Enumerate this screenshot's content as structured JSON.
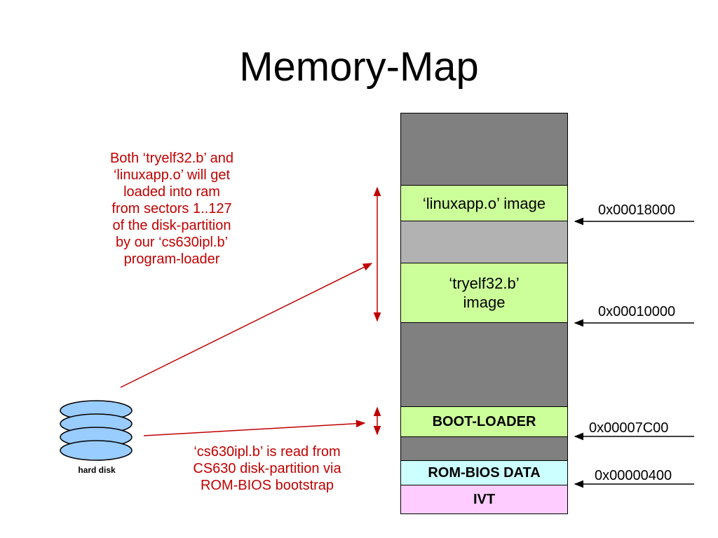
{
  "title": "Memory-Map",
  "segments": {
    "linuxapp": "‘linuxapp.o’ image",
    "tryelf": "‘tryelf32.b’\nimage",
    "bootloader": "BOOT-LOADER",
    "rombios": "ROM-BIOS DATA",
    "ivt": "IVT"
  },
  "addresses": {
    "a18000": "0x00018000",
    "a10000": "0x00010000",
    "a7c00": "0x00007C00",
    "a400": "0x00000400"
  },
  "notes": {
    "load_note": "Both ‘tryelf32.b’ and\n‘linuxapp.o’ will get\n loaded into ram\nfrom sectors 1..127\nof the disk-partition\nby our ‘cs630ipl.b’\nprogram-loader",
    "boot_note": "‘cs630ipl.b’ is read from\nCS630 disk-partition via\nROM-BIOS bootstrap"
  },
  "disk_label": "hard disk",
  "colors": {
    "dark_gray": "#808080",
    "light_gray": "#b2b2b2",
    "light_green": "#ccff99",
    "light_cyan": "#ccffff",
    "light_pink": "#ffccff",
    "accent_red": "#c00000",
    "disk_blue": "#99ccff"
  }
}
